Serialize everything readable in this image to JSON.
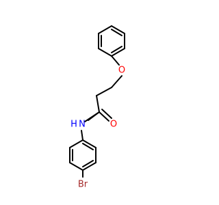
{
  "molecule": {
    "atoms": {
      "oxygen_ether": "O",
      "oxygen_carbonyl": "O",
      "nitrogen": "N",
      "nitrogen_h": "H",
      "bromine": "Br"
    },
    "colors": {
      "bond": "#000000",
      "oxygen": "#ff0000",
      "nitrogen": "#0000ff",
      "bromine": "#a52a2a"
    }
  }
}
